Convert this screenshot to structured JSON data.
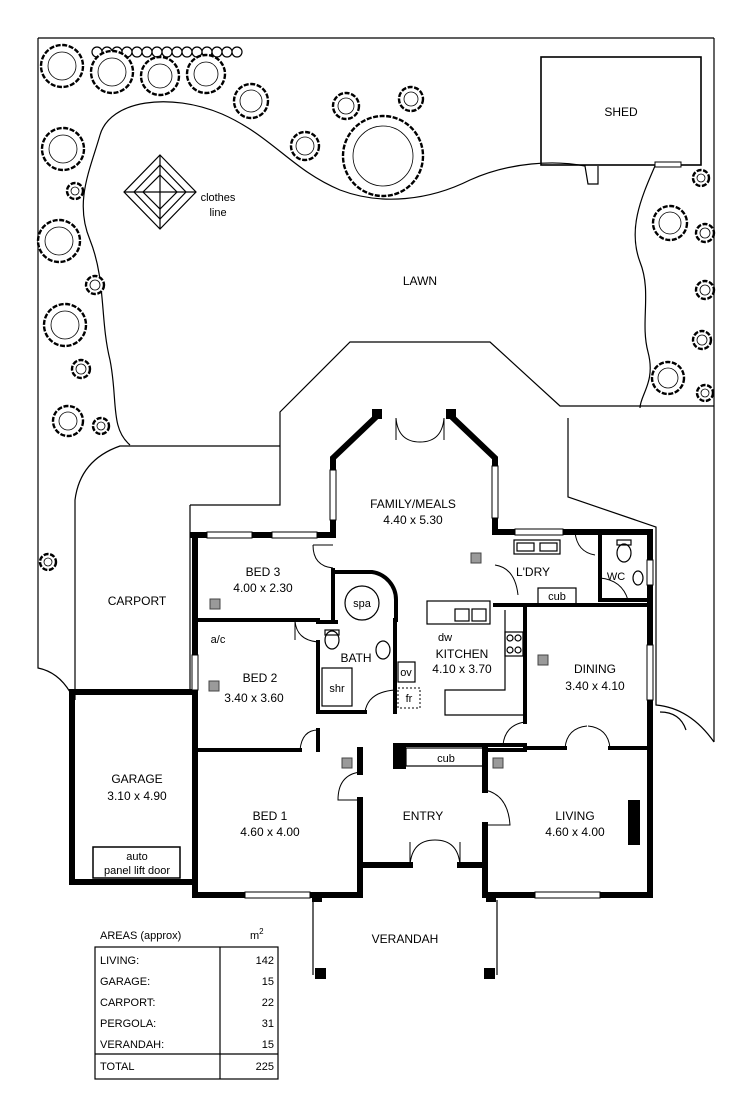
{
  "site": {
    "shed": "SHED",
    "clothes": "clothes",
    "line": "line",
    "lawn": "LAWN",
    "carport": "CARPORT",
    "verandah": "VERANDAH"
  },
  "rooms": {
    "family": {
      "name": "FAMILY/MEALS",
      "dims": "4.40 x 5.30"
    },
    "bed3": {
      "name": "BED 3",
      "dims": "4.00 x 2.30"
    },
    "laundry": {
      "name": "L'DRY"
    },
    "wc": {
      "name": "WC"
    },
    "bath": {
      "name": "BATH"
    },
    "kitchen": {
      "name": "KITCHEN",
      "dims": "4.10 x 3.70"
    },
    "dining": {
      "name": "DINING",
      "dims": "3.40 x 4.10"
    },
    "bed2": {
      "name": "BED 2",
      "dims": "3.40 x 3.60"
    },
    "garage": {
      "name": "GARAGE",
      "dims": "3.10 x 4.90"
    },
    "bed1": {
      "name": "BED 1",
      "dims": "4.60 x 4.00"
    },
    "entry": {
      "name": "ENTRY"
    },
    "living": {
      "name": "LIVING",
      "dims": "4.60 x 4.00"
    }
  },
  "fixtures": {
    "spa": "spa",
    "laundry_cub": "cub",
    "ac": "a/c",
    "dw": "dw",
    "shr": "shr",
    "ov": "ov",
    "fr": "fr",
    "entry_cub": "cub",
    "garage_door_line1": "auto",
    "garage_door_line2": "panel lift door"
  },
  "areas": {
    "title": "AREAS (approx)",
    "unit": "m",
    "unit_sup": "2",
    "rows": [
      {
        "label": "LIVING:",
        "value": "142"
      },
      {
        "label": "GARAGE:",
        "value": "15"
      },
      {
        "label": "CARPORT:",
        "value": "22"
      },
      {
        "label": "PERGOLA:",
        "value": "31"
      },
      {
        "label": "VERANDAH:",
        "value": "15"
      }
    ],
    "total": {
      "label": "TOTAL",
      "value": "225"
    }
  }
}
